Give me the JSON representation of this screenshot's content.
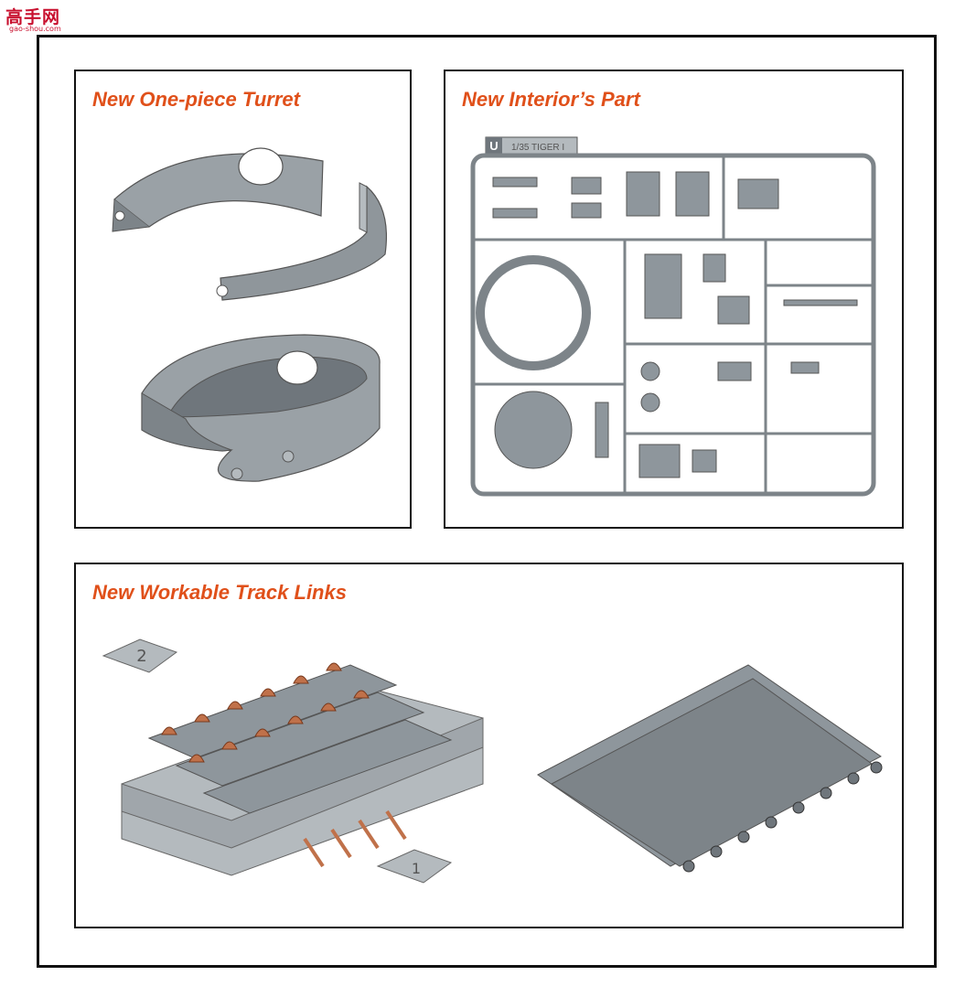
{
  "watermark": {
    "text": "高手网",
    "sub": "gao-shou.com"
  },
  "panels": [
    {
      "title": "New One-piece Turret"
    },
    {
      "title": "New Interior’s Part",
      "sprue_letter": "U",
      "sprue_label": "1/35 TIGER I"
    },
    {
      "title": "New Workable Track Links",
      "tray_left_number": "2",
      "tray_right_number": "1"
    }
  ],
  "colors": {
    "title": "#e0501a",
    "plastic": "#8e969c",
    "plastic_dark": "#6f767c",
    "plastic_light": "#b4babe",
    "copper": "#c0714a"
  }
}
